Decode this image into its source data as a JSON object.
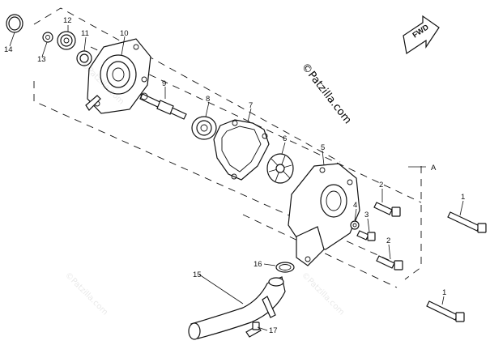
{
  "diagram": {
    "part_numbers": [
      "1",
      "2",
      "3",
      "4",
      "5",
      "6",
      "7",
      "8",
      "9",
      "10",
      "11",
      "12",
      "13",
      "14",
      "15",
      "16",
      "17"
    ],
    "callout_letter": "A",
    "fwd_label": "FWD",
    "watermark": "©Patzilla.com"
  }
}
